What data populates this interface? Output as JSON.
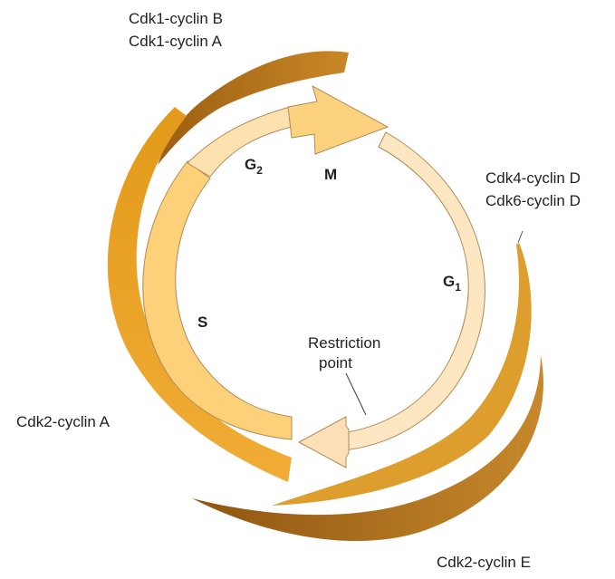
{
  "labels": {
    "cdk1_b": "Cdk1-cyclin B",
    "cdk1_a": "Cdk1-cyclin A",
    "cdk4_d": "Cdk4-cyclin D",
    "cdk6_d": "Cdk6-cyclin D",
    "cdk2_a": "Cdk2-cyclin A",
    "cdk2_e": "Cdk2-cyclin E",
    "restriction_line1": "Restriction",
    "restriction_line2": "point"
  },
  "phases": {
    "m": "M",
    "s": "S",
    "g1_letter": "G",
    "g1_sub": "1",
    "g2_letter": "G",
    "g2_sub": "2"
  },
  "colors": {
    "g1_band": "#fde7c2",
    "m_arrow": "#fcd27e",
    "s_band": "#fdd07a",
    "g2_band": "#fde2b0",
    "outline": "#b08a55",
    "cdk1_band": "#b8761a",
    "cdk2a_band": "#e8a020",
    "cdk4_band": "#dca030",
    "cdk2e_band": "#b07020"
  }
}
